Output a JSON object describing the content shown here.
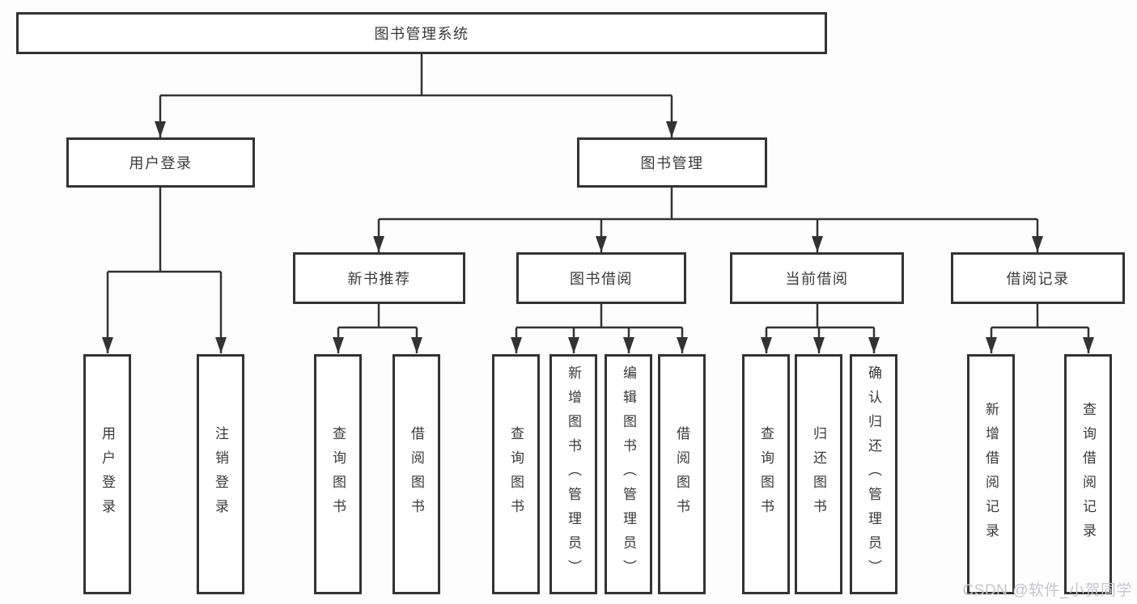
{
  "diagram": {
    "root": {
      "label": "图书管理系统"
    },
    "branches": [
      {
        "label": "用户登录",
        "children": [
          {
            "label": "用户登录"
          },
          {
            "label": "注销登录"
          }
        ]
      },
      {
        "label": "图书管理",
        "sections": [
          {
            "label": "新书推荐",
            "children": [
              {
                "label": "查询图书"
              },
              {
                "label": "借阅图书"
              }
            ]
          },
          {
            "label": "图书借阅",
            "children": [
              {
                "label": "查询图书"
              },
              {
                "label": "新增图书（管理员）"
              },
              {
                "label": "编辑图书（管理员）"
              },
              {
                "label": "借阅图书"
              }
            ]
          },
          {
            "label": "当前借阅",
            "children": [
              {
                "label": "查询图书"
              },
              {
                "label": "归还图书"
              },
              {
                "label": "确认归还（管理员）"
              }
            ]
          },
          {
            "label": "借阅记录",
            "children": [
              {
                "label": "新增借阅记录"
              },
              {
                "label": "查询借阅记录"
              }
            ]
          }
        ]
      }
    ]
  },
  "watermark": {
    "text": "CSDN @软件_小贺同学"
  },
  "colors": {
    "line": "#333333",
    "text": "#3a3a3a",
    "background": "#fdfdfd",
    "watermark": "#c6c6cc"
  }
}
